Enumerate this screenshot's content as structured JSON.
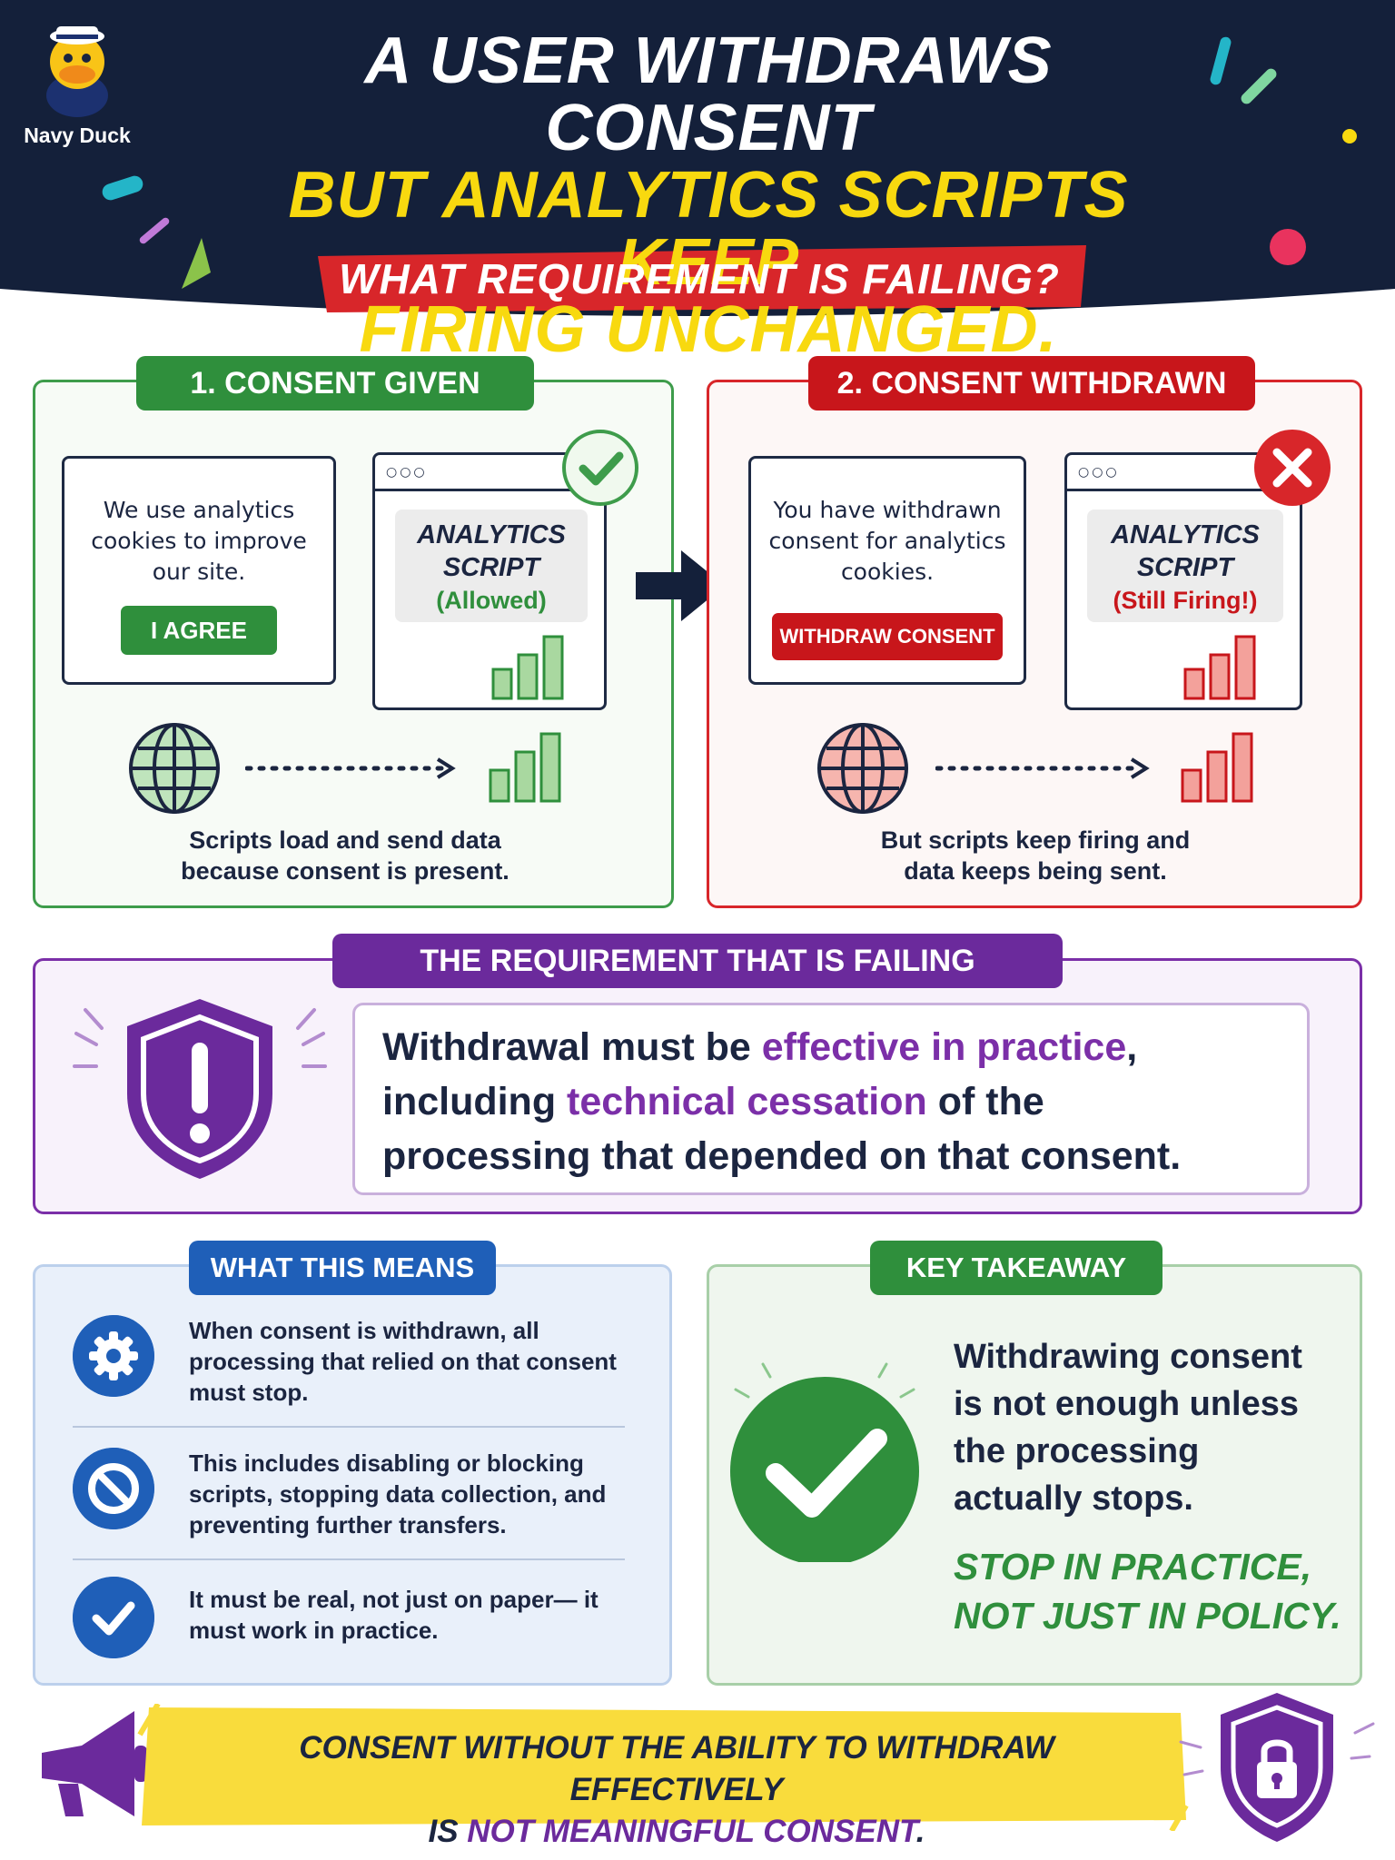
{
  "brand": {
    "name": "Navy Duck"
  },
  "header": {
    "title_line1": "A USER WITHDRAWS CONSENT",
    "title_line2": "BUT ANALYTICS SCRIPTS KEEP",
    "title_line3": "FIRING UNCHANGED.",
    "question": "WHAT REQUIREMENT IS FAILING?"
  },
  "panel_given": {
    "label": "1. CONSENT GIVEN",
    "banner_text": "We use analytics cookies to improve our site.",
    "button": "I AGREE",
    "script_title_1": "ANALYTICS",
    "script_title_2": "SCRIPT",
    "script_status": "(Allowed)",
    "caption_1": "Scripts load and send data",
    "caption_2": "because consent is present."
  },
  "panel_withdrawn": {
    "label": "2. CONSENT WITHDRAWN",
    "banner_text": "You have withdrawn consent for analytics cookies.",
    "button": "WITHDRAW CONSENT",
    "script_title_1": "ANALYTICS",
    "script_title_2": "SCRIPT",
    "script_status": "(Still Firing!)",
    "caption_1": "But scripts keep firing and",
    "caption_2": "data keeps being sent."
  },
  "requirement": {
    "label": "THE REQUIREMENT THAT IS FAILING",
    "t1": "Withdrawal must be ",
    "h1": "effective in practice",
    "t2": ",",
    "t3": "including ",
    "h2": "technical cessation",
    "t4": " of the",
    "t5": "processing that depended on that consent."
  },
  "what_means": {
    "label": "WHAT THIS MEANS",
    "items": [
      {
        "icon": "gear-icon",
        "text": "When consent is withdrawn, all processing that relied on that consent must stop."
      },
      {
        "icon": "block-icon",
        "text": "This includes disabling or blocking scripts, stopping data collection, and preventing further transfers."
      },
      {
        "icon": "check-icon",
        "text": "It must be real, not just on paper— it must work in practice."
      }
    ]
  },
  "key_takeaway": {
    "label": "KEY TAKEAWAY",
    "text": "Withdrawing consent is not enough unless the processing actually stops.",
    "slogan_1": "STOP IN PRACTICE,",
    "slogan_2": "NOT JUST IN POLICY."
  },
  "footer": {
    "line1": "CONSENT WITHOUT THE ABILITY TO WITHDRAW EFFECTIVELY",
    "line2_a": "IS ",
    "line2_hl": "NOT MEANINGFUL CONSENT",
    "line2_b": "."
  },
  "colors": {
    "navy": "#14203a",
    "yellow": "#f8d90f",
    "green": "#2f8f3c",
    "red": "#c8161b",
    "purple": "#6b2a9c",
    "blue": "#1f5fb8"
  }
}
